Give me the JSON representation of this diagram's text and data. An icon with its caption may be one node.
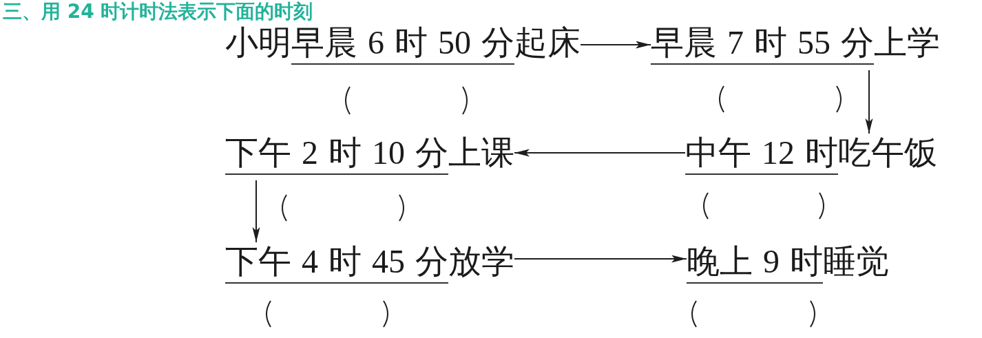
{
  "diagram": {
    "title": "三、用 24 时计时法表示下面的时刻",
    "nodes": [
      {
        "text": [
          "小明早晨 6 时 50 分起床"
        ]
      },
      {
        "text": [
          "早晨 7 时 55 分上学"
        ]
      },
      {
        "text": [
          "下午 2 时 10 分上课"
        ]
      },
      {
        "text": [
          "中午 12 时吃午饭"
        ]
      },
      {
        "text": [
          "下午 4 时 45 分放学"
        ]
      },
      {
        "text": [
          "晚上 9 时睡觉"
        ]
      }
    ],
    "edges": [
      {
        "from": 0,
        "to": 1,
        "arrow": "to"
      },
      {
        "from": 1,
        "to": 3,
        "arrow": "to"
      },
      {
        "from": 3,
        "to": 2,
        "arrow": "to"
      },
      {
        "from": 2,
        "to": 4,
        "arrow": "to"
      },
      {
        "from": 4,
        "to": 5,
        "arrow": "to"
      }
    ]
  }
}
